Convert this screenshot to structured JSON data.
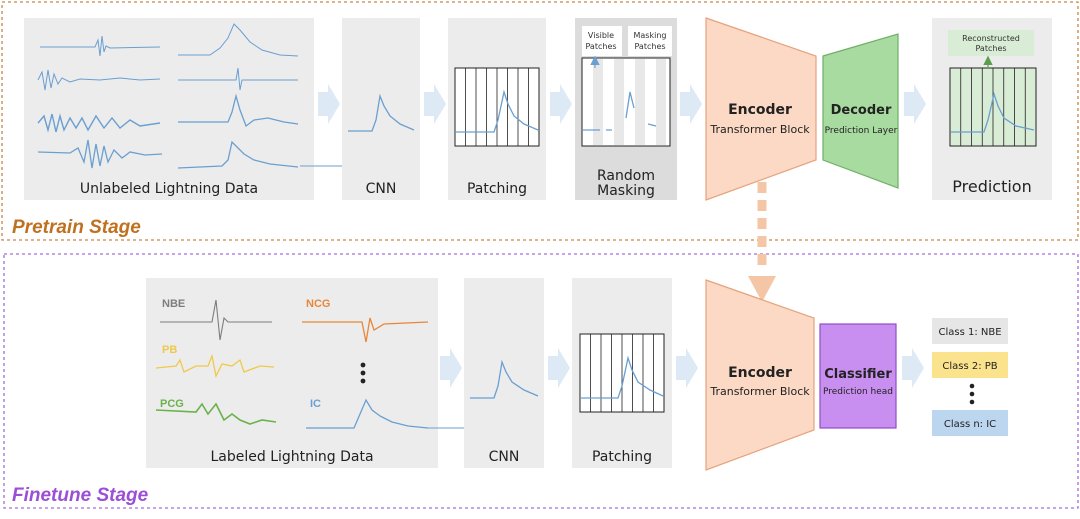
{
  "pretrain": {
    "stage_label": "Pretrain Stage",
    "data_label": "Unlabeled Lightning Data",
    "cnn_label": "CNN",
    "patching_label": "Patching",
    "masking_label_line1": "Random",
    "masking_label_line2": "Masking",
    "visible_label_line1": "Visible",
    "visible_label_line2": "Patches",
    "masking_patches_line1": "Masking",
    "masking_patches_line2": "Patches",
    "encoder_title": "Encoder",
    "encoder_subtitle": "Transformer Block",
    "decoder_title": "Decoder",
    "decoder_subtitle": "Prediction Layer",
    "reconstructed_line1": "Reconstructed",
    "reconstructed_line2": "Patches",
    "prediction_label": "Prediction"
  },
  "finetune": {
    "stage_label": "Finetune Stage",
    "data_label": "Labeled Lightning Data",
    "cnn_label": "CNN",
    "patching_label": "Patching",
    "encoder_title": "Encoder",
    "encoder_subtitle": "Transformer Block",
    "classifier_title": "Classifier",
    "classifier_subtitle": "Prediction head",
    "signals": {
      "nbe": "NBE",
      "ncg": "NCG",
      "pb": "PB",
      "pcg": "PCG",
      "ic": "IC"
    },
    "classes": [
      "Class 1: NBE",
      "Class 2: PB",
      "Class n: IC"
    ]
  },
  "colors": {
    "pretrain_border": "#c8874a",
    "finetune_border": "#a46de0",
    "pretrain_text": "#c0711f",
    "finetune_text": "#9b4fd6",
    "encoder_fill": "#fbd9c4",
    "encoder_stroke": "#e6a27c",
    "decoder_fill": "#a8dba0",
    "classifier_fill": "#c88ff0",
    "signal_blue": "#6a9fd1",
    "nbe_color": "#7d7d7d",
    "ncg_color": "#e8873a",
    "pb_color": "#f0c94a",
    "pcg_color": "#6ab24b",
    "class1_fill": "#e6e6e6",
    "class2_fill": "#fbe38d",
    "classn_fill": "#bcd6ef"
  }
}
